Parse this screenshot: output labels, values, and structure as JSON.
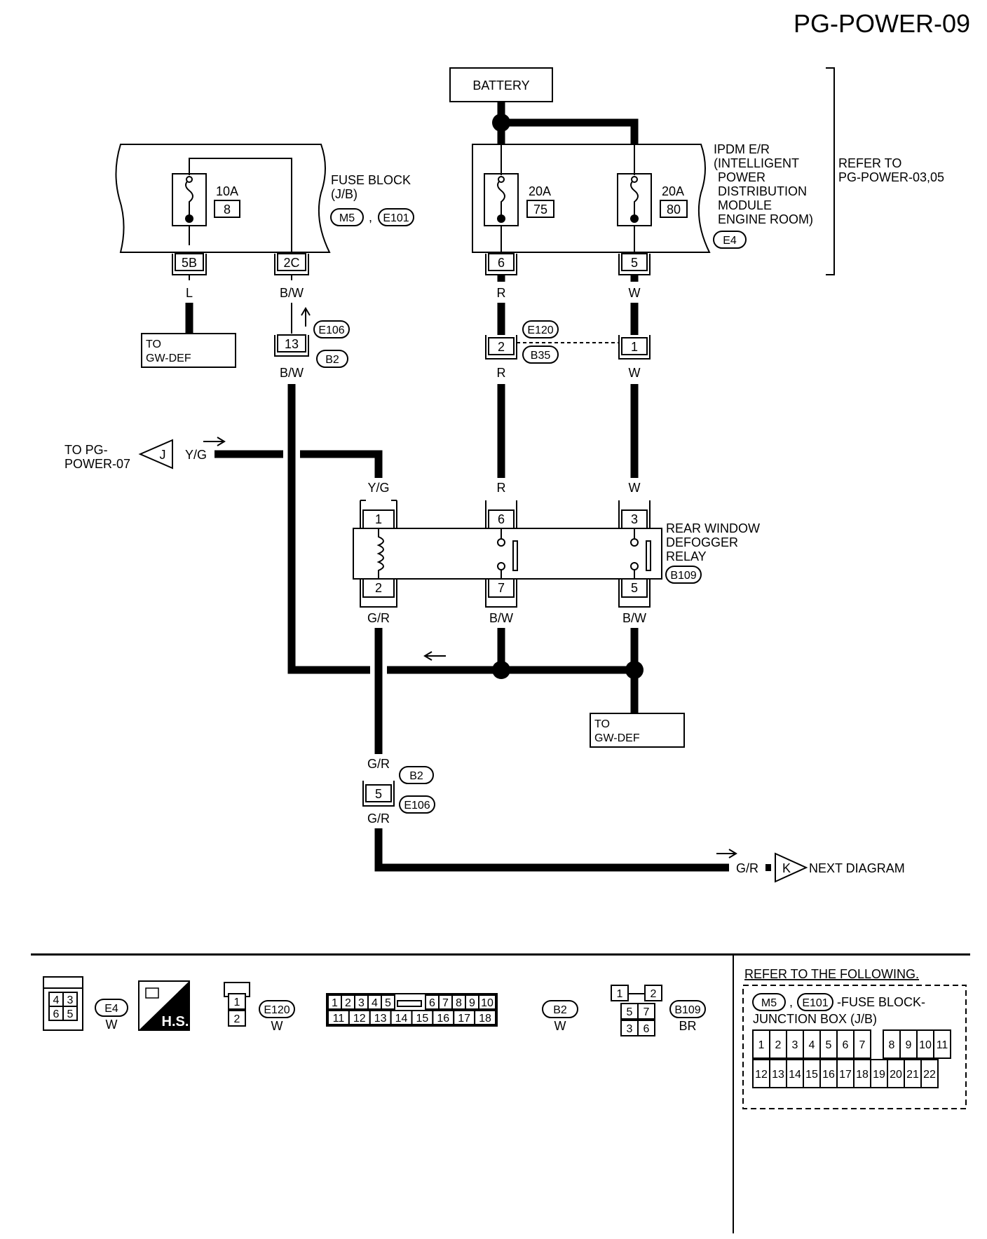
{
  "page_id": "PG-POWER-09",
  "battery": "BATTERY",
  "fuse_block": {
    "label": [
      "FUSE BLOCK",
      "(J/B)"
    ],
    "fuse": {
      "amp": "10A",
      "num": "8"
    },
    "connectors": [
      "M5",
      "E101"
    ],
    "pins": [
      "5B",
      "2C"
    ]
  },
  "ipdm": {
    "label": [
      "IPDM E/R",
      "(INTELLIGENT",
      "POWER",
      "DISTRIBUTION",
      "MODULE",
      "ENGINE ROOM)"
    ],
    "connector": "E4",
    "fuses": [
      {
        "amp": "20A",
        "num": "75"
      },
      {
        "amp": "20A",
        "num": "80"
      }
    ],
    "pins": [
      "6",
      "5"
    ]
  },
  "refer_to": [
    "REFER TO",
    "PG-POWER-03,05"
  ],
  "wire_colors": {
    "L": "L",
    "BW": "B/W",
    "R": "R",
    "W": "W",
    "YG": "Y/G",
    "GR": "G/R"
  },
  "joint": {
    "e106_b2_top": {
      "pin": "13",
      "c1": "E106",
      "c2": "B2"
    },
    "e120_b35": {
      "pin_left": "2",
      "pin_right": "1",
      "c1": "E120",
      "c2": "B35"
    },
    "b2_e106_bottom": {
      "pin": "5",
      "c1": "B2",
      "c2": "E106"
    }
  },
  "to_gw_def": [
    "TO",
    "GW-DEF"
  ],
  "to_pg_power_07": {
    "text": [
      "TO PG-",
      "POWER-07"
    ],
    "letter": "J"
  },
  "next_diagram": {
    "letter": "K",
    "text": "NEXT DIAGRAM"
  },
  "relay": {
    "label": [
      "REAR WINDOW",
      "DEFOGGER",
      "RELAY"
    ],
    "connector": "B109",
    "top_pins": [
      "1",
      "6",
      "3"
    ],
    "bottom_pins": [
      "2",
      "7",
      "5"
    ]
  },
  "legend": {
    "e4": {
      "pins": [
        "4",
        "3",
        "6",
        "5"
      ],
      "id": "E4",
      "color": "W"
    },
    "hs": "H.S.",
    "e120": {
      "pins": [
        "1",
        "2"
      ],
      "id": "E120",
      "color": "W"
    },
    "b2": {
      "row1": [
        "1",
        "2",
        "3",
        "4",
        "5",
        "6",
        "7",
        "8",
        "9",
        "10"
      ],
      "row2": [
        "11",
        "12",
        "13",
        "14",
        "15",
        "16",
        "17",
        "18"
      ],
      "id": "B2",
      "color": "W"
    },
    "b109": {
      "pins": [
        "1",
        "2",
        "5",
        "7",
        "3",
        "6"
      ],
      "id": "B109",
      "color": "BR"
    },
    "refer_following": "REFER TO THE FOLLOWING.",
    "fuse_block_ref": {
      "c1": "M5",
      "c2": "E101",
      "text": "-FUSE BLOCK-",
      "text2": "JUNCTION BOX (J/B)"
    },
    "jb_row1": [
      "1",
      "2",
      "3",
      "4",
      "5",
      "6",
      "7",
      "8",
      "9",
      "10",
      "11"
    ],
    "jb_row2": [
      "12",
      "13",
      "14",
      "15",
      "16",
      "17",
      "18",
      "19",
      "20",
      "21",
      "22"
    ]
  }
}
